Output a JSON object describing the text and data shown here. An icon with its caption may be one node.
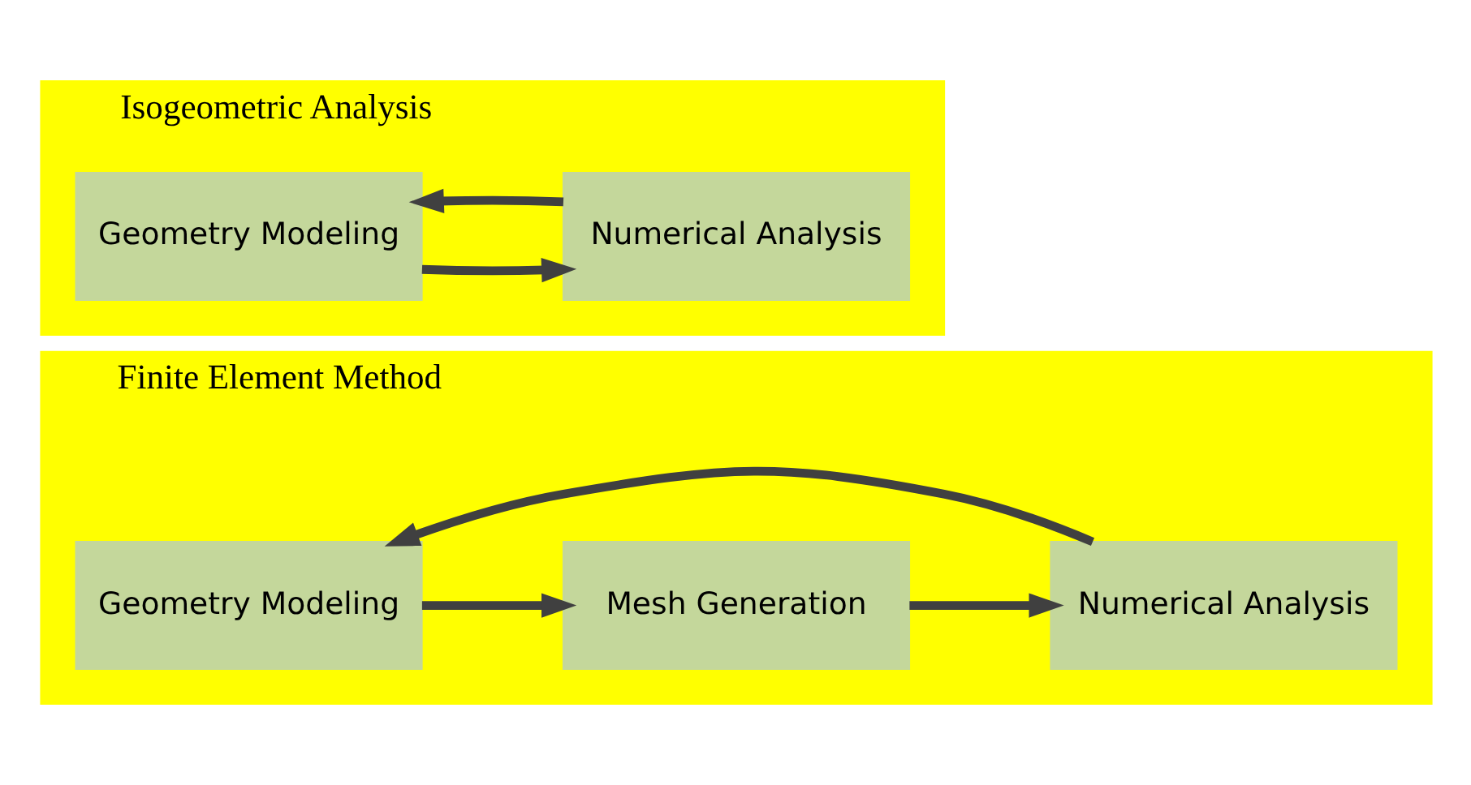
{
  "diagram": {
    "nodes": [
      {
        "text": [
          "Finite Element Method"
        ]
      },
      {
        "text": [
          "Geometry Modeling"
        ],
        "in": 0
      },
      {
        "text": [
          "Mesh Generation"
        ],
        "in": 0
      },
      {
        "text": [
          "Numerical Analysis"
        ],
        "in": 0
      },
      {
        "text": [
          "Isogeometric Analysis"
        ]
      },
      {
        "text": [
          "Geometry Modeling"
        ],
        "in": 4
      },
      {
        "text": [
          "Numerical Analysis"
        ],
        "in": 4
      }
    ],
    "edges": [
      {
        "from": 1,
        "to": 2,
        "arrow": "to"
      },
      {
        "from": 2,
        "to": 3,
        "arrow": "to"
      },
      {
        "from": 3,
        "to": 0,
        "arrow": "to"
      },
      {
        "from": 5,
        "to": 6,
        "arrow": "to"
      },
      {
        "from": 6,
        "to": 4,
        "arrow": "to"
      }
    ]
  }
}
